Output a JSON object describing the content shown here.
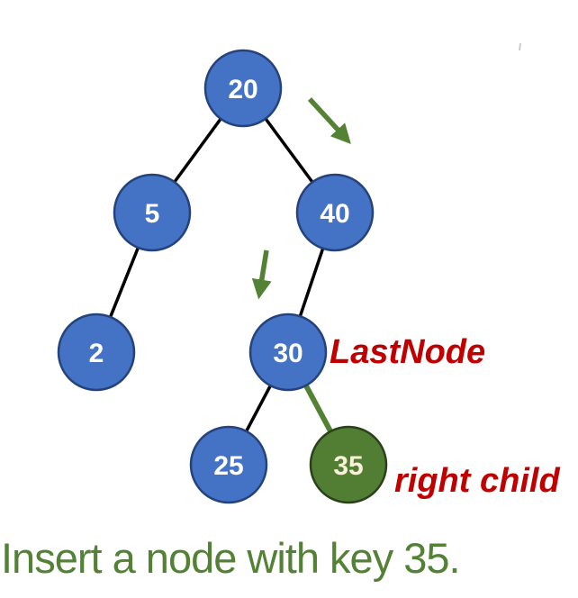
{
  "diagram_title": "binary-search-tree-insertion",
  "caption": "Insert a node with key 35.",
  "tree": {
    "nodes": [
      {
        "label": "20",
        "color": "blue"
      },
      {
        "label": "5",
        "color": "blue"
      },
      {
        "label": "40",
        "color": "blue"
      },
      {
        "label": "2",
        "color": "blue"
      },
      {
        "label": "30",
        "color": "blue"
      },
      {
        "label": "25",
        "color": "blue"
      },
      {
        "label": "35",
        "color": "green"
      }
    ],
    "edges": [
      {
        "from": "20",
        "to": "5",
        "style": "black"
      },
      {
        "from": "20",
        "to": "40",
        "style": "black"
      },
      {
        "from": "5",
        "to": "2",
        "style": "black"
      },
      {
        "from": "40",
        "to": "30",
        "style": "black"
      },
      {
        "from": "30",
        "to": "25",
        "style": "black"
      },
      {
        "from": "30",
        "to": "35",
        "style": "green-highlight"
      }
    ]
  },
  "annotations": {
    "last_node": "LastNode",
    "right_child": "right child"
  },
  "icons": {
    "arrow_1": "green-arrow-down-right",
    "arrow_2": "green-arrow-down"
  },
  "colors": {
    "node_blue_fill": "#4472C4",
    "node_blue_border": "#24427C",
    "node_green_fill": "#527E33",
    "node_green_border": "#2A411A",
    "edge_black": "#000000",
    "edge_green": "#548235",
    "arrow_green": "#548235",
    "annotation_red": "#C00000",
    "caption_green": "#538135",
    "node_text_white": "#FFFFFF",
    "node_text_cream": "#F8F0D8"
  }
}
